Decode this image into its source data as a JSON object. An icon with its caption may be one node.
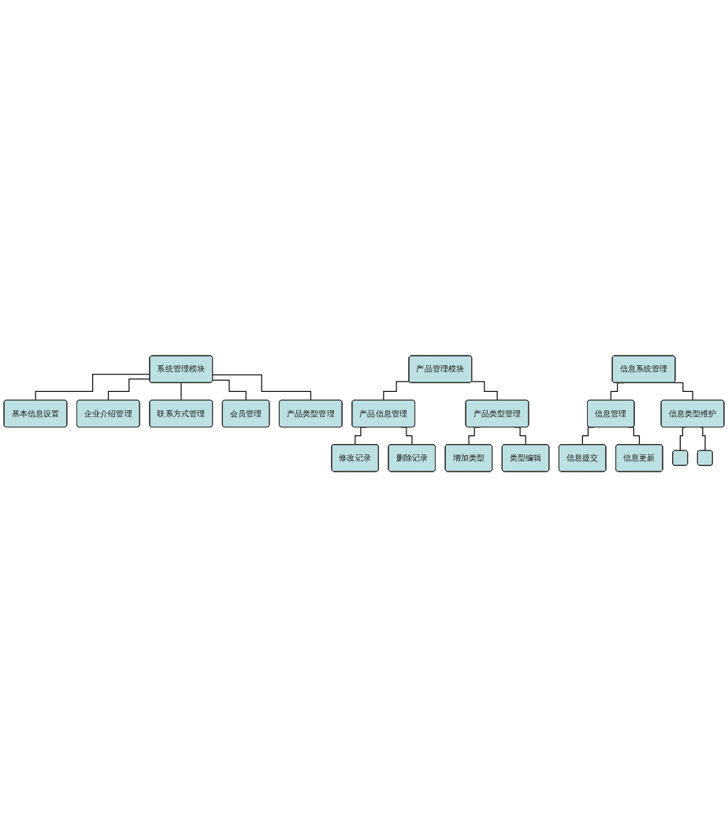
{
  "diagram": {
    "nodes": [
      {
        "text": [
          "系统管理模块"
        ]
      },
      {
        "text": [
          "基本信息设置"
        ]
      },
      {
        "text": [
          "企业介绍管理"
        ]
      },
      {
        "text": [
          "联系方式管理"
        ]
      },
      {
        "text": [
          "会员管理"
        ]
      },
      {
        "text": [
          "产品类型管理"
        ]
      },
      {
        "text": [
          "产品管理模块"
        ]
      },
      {
        "text": [
          "产品信息管理"
        ]
      },
      {
        "text": [
          "产品类型管理"
        ]
      },
      {
        "text": [
          "修改记录"
        ]
      },
      {
        "text": [
          "删除记录"
        ]
      },
      {
        "text": [
          "增加类型"
        ]
      },
      {
        "text": [
          "类型编辑"
        ]
      },
      {
        "text": [
          "信息系统管理"
        ]
      },
      {
        "text": [
          "信息管理"
        ]
      },
      {
        "text": [
          "信息类型维护"
        ]
      },
      {
        "text": [
          "信息提交"
        ]
      },
      {
        "text": [
          "信息更新"
        ]
      },
      {
        "text": [],
        "shape": "box"
      },
      {
        "text": [],
        "shape": "box"
      }
    ],
    "edges": [
      {
        "from": 0,
        "to": 1,
        "arrow": "none"
      },
      {
        "from": 0,
        "to": 2,
        "arrow": "none"
      },
      {
        "from": 0,
        "to": 3,
        "arrow": "none"
      },
      {
        "from": 0,
        "to": 4,
        "arrow": "none"
      },
      {
        "from": 0,
        "to": 5,
        "arrow": "none"
      },
      {
        "from": 6,
        "to": 7,
        "arrow": "none"
      },
      {
        "from": 6,
        "to": 8,
        "arrow": "none"
      },
      {
        "from": 7,
        "to": 9,
        "arrow": "none"
      },
      {
        "from": 7,
        "to": 10,
        "arrow": "none"
      },
      {
        "from": 8,
        "to": 11,
        "arrow": "none"
      },
      {
        "from": 8,
        "to": 12,
        "arrow": "none"
      },
      {
        "from": 13,
        "to": 14,
        "arrow": "none"
      },
      {
        "from": 13,
        "to": 15,
        "arrow": "none"
      },
      {
        "from": 14,
        "to": 16,
        "arrow": "none"
      },
      {
        "from": 14,
        "to": 17,
        "arrow": "none"
      },
      {
        "from": 15,
        "to": 18,
        "arrow": "none"
      },
      {
        "from": 15,
        "to": 19,
        "arrow": "none"
      }
    ]
  }
}
